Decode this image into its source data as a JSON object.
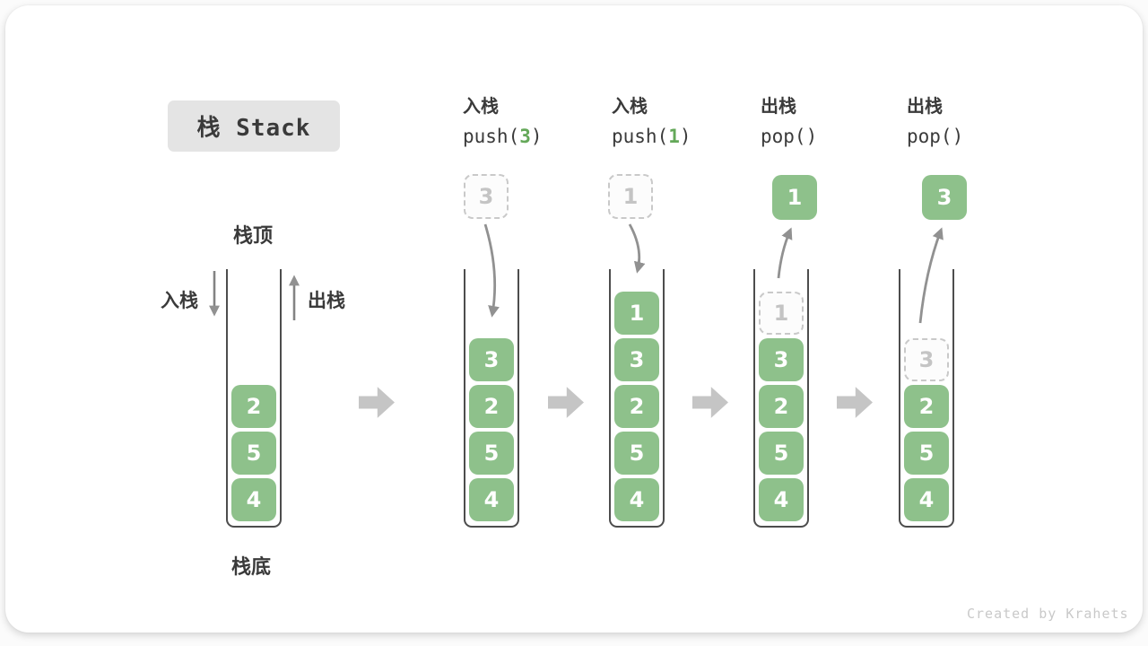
{
  "title": "栈 Stack",
  "footer": "Created by Krahets",
  "side_labels": {
    "stack_top": "栈顶",
    "stack_bottom": "栈底",
    "push": "入栈",
    "pop": "出栈"
  },
  "colors": {
    "block_green": "#8ec18b",
    "code_arg_green": "#64a859",
    "text_dark": "#3a3a3a",
    "curve_arrow_gray": "#919191",
    "flow_arrow_gray": "#c5c5c5",
    "dashed_border_gray": "#c9c9c9",
    "title_background": "#e4e4e4"
  },
  "operations": [
    {
      "zh": "入栈",
      "code": [
        "push(",
        "3",
        ")"
      ]
    },
    {
      "zh": "入栈",
      "code": [
        "push(",
        "1",
        ")"
      ]
    },
    {
      "zh": "出栈",
      "code": [
        "pop(",
        "",
        ")"
      ]
    },
    {
      "zh": "出栈",
      "code": [
        "pop(",
        "",
        ")"
      ]
    }
  ],
  "stacks": [
    {
      "state": "initial",
      "floating": null,
      "cells": [
        {
          "value": "2",
          "dashed": false
        },
        {
          "value": "5",
          "dashed": false
        },
        {
          "value": "4",
          "dashed": false
        }
      ]
    },
    {
      "state": "after-push-3",
      "floating": {
        "value": "3",
        "dashed": true
      },
      "cells": [
        {
          "value": "3",
          "dashed": false
        },
        {
          "value": "2",
          "dashed": false
        },
        {
          "value": "5",
          "dashed": false
        },
        {
          "value": "4",
          "dashed": false
        }
      ]
    },
    {
      "state": "after-push-1",
      "floating": {
        "value": "1",
        "dashed": true
      },
      "cells": [
        {
          "value": "1",
          "dashed": false
        },
        {
          "value": "3",
          "dashed": false
        },
        {
          "value": "2",
          "dashed": false
        },
        {
          "value": "5",
          "dashed": false
        },
        {
          "value": "4",
          "dashed": false
        }
      ]
    },
    {
      "state": "after-pop-1",
      "floating": {
        "value": "1",
        "dashed": false
      },
      "cells": [
        {
          "value": "1",
          "dashed": true
        },
        {
          "value": "3",
          "dashed": false
        },
        {
          "value": "2",
          "dashed": false
        },
        {
          "value": "5",
          "dashed": false
        },
        {
          "value": "4",
          "dashed": false
        }
      ]
    },
    {
      "state": "after-pop-3",
      "floating": {
        "value": "3",
        "dashed": false
      },
      "cells": [
        {
          "value": "3",
          "dashed": true
        },
        {
          "value": "2",
          "dashed": false
        },
        {
          "value": "5",
          "dashed": false
        },
        {
          "value": "4",
          "dashed": false
        }
      ]
    }
  ]
}
